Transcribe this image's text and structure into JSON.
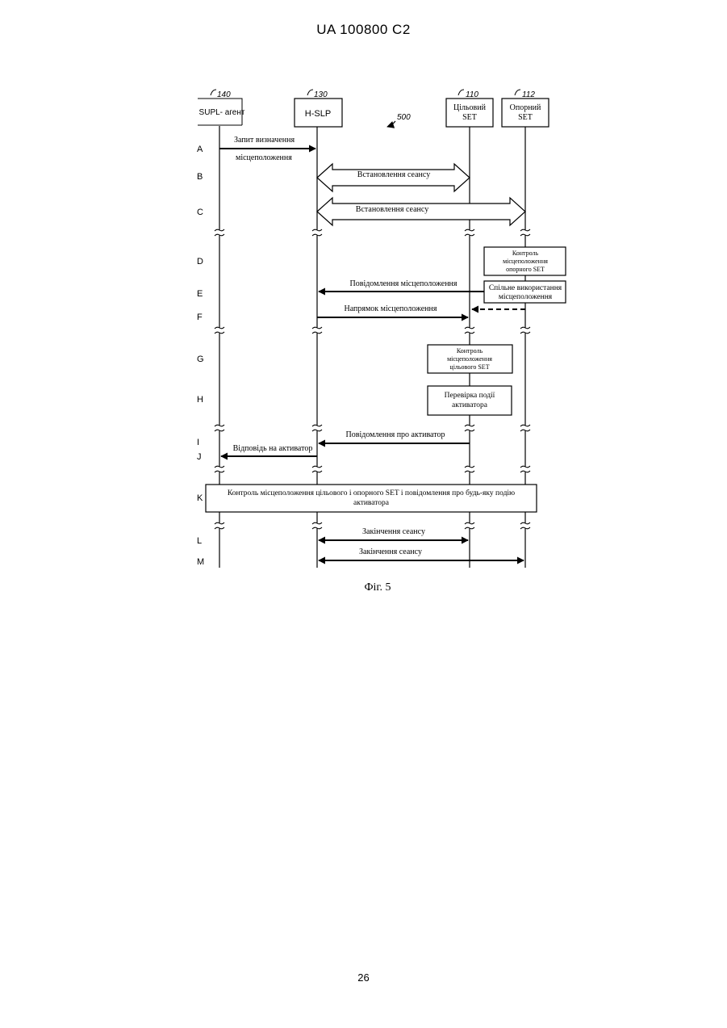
{
  "header": "UA   100800   C2",
  "page_number": "26",
  "figure_ref": "500",
  "caption": "Фіг. 5",
  "entities": [
    {
      "ref": "140",
      "label_lines": [
        "SUPL- агент"
      ]
    },
    {
      "ref": "130",
      "label_lines": [
        "H-SLP"
      ]
    },
    {
      "ref": "110",
      "label_lines": [
        "Цільовий",
        "SET"
      ]
    },
    {
      "ref": "112",
      "label_lines": [
        "Опорний",
        "SET"
      ]
    }
  ],
  "steps": [
    "A",
    "B",
    "C",
    "D",
    "E",
    "F",
    "G",
    "H",
    "I",
    "J",
    "K",
    "L",
    "M"
  ],
  "messages": {
    "a_line1": "Запит визначення",
    "a_line2": "місцеположення",
    "b": "Встановлення сеансу",
    "c": "Встановлення сеансу",
    "e": "Повідомлення місцеположення",
    "f": "Напрямок місцеположення",
    "i": "Повідомлення про активатор",
    "j": "Відповідь на активатор",
    "l": "Закінчення сеансу",
    "m": "Закінчення сеансу"
  },
  "boxes": {
    "d": [
      "Контроль",
      "місцеположення",
      "опорного SET"
    ],
    "e": [
      "Спільне використання",
      "місцеположення"
    ],
    "g": [
      "Контроль",
      "місцеположення",
      "цільового SET"
    ],
    "h": [
      "Перевірка події",
      "активатора"
    ],
    "k": [
      "Контроль місцеположення цільового і опорного SET і повідомлення про будь-яку подію",
      "активатора"
    ]
  }
}
